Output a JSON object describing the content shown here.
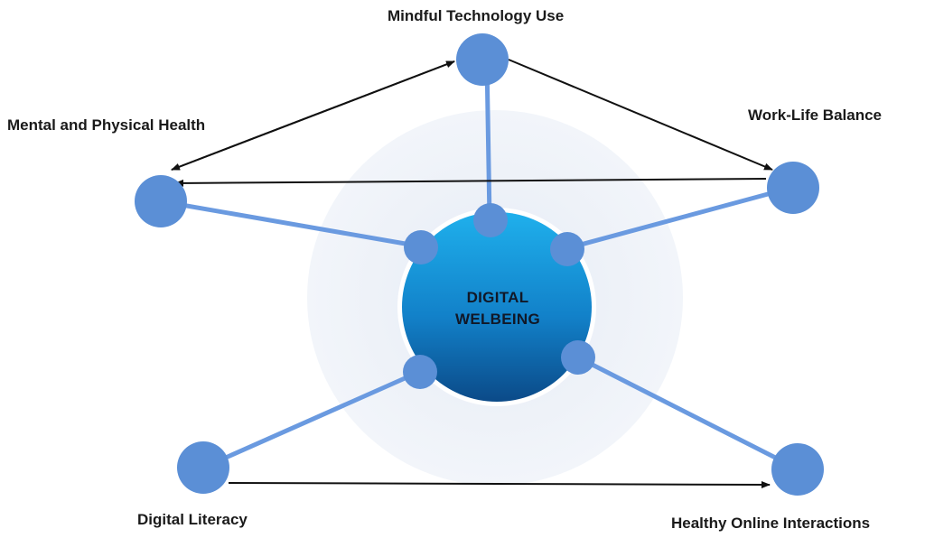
{
  "colors": {
    "background_halo": "#eef2f8",
    "node_fill": "#5b8fd6",
    "connector": "#6a9ae0",
    "arrow": "#111111",
    "center_top": "#1fa7e6",
    "center_bottom": "#0b4f8f"
  },
  "center": {
    "line1": "DIGITAL",
    "line2": "WELBEING"
  },
  "nodes": {
    "mindful": "Mindful Technology Use",
    "mental": "Mental and Physical Health",
    "worklife": "Work-Life Balance",
    "literacy": "Digital Literacy",
    "healthy": "Healthy Online Interactions"
  }
}
